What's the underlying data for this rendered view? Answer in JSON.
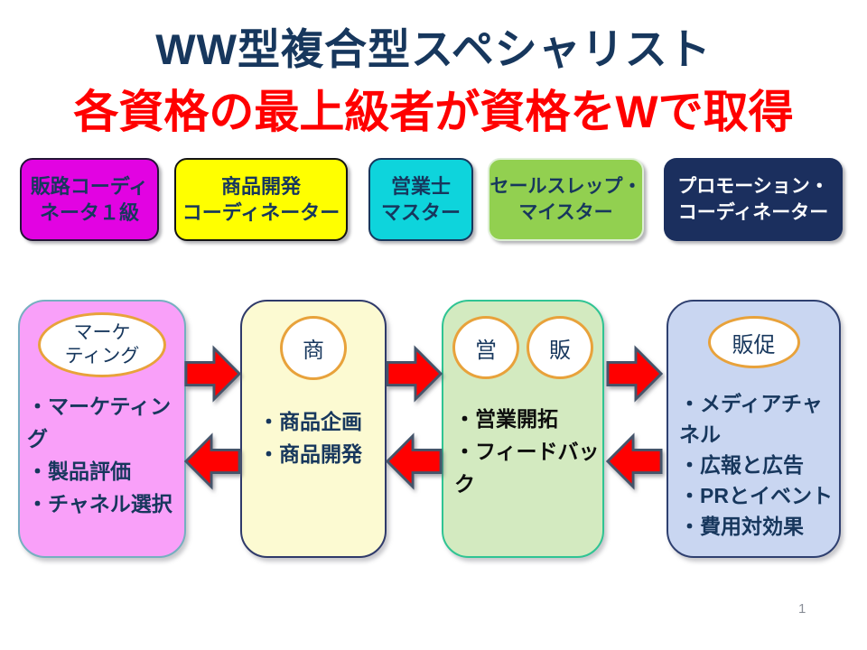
{
  "slide": {
    "title": "WW型複合型スペシャリスト",
    "subtitle": "各資格の最上級者が資格をWで取得",
    "page_number": "1"
  },
  "colors": {
    "title_navy": "#17375D",
    "subtitle_red": "#FF0000",
    "arrow_fill": "#FF0000",
    "arrow_outline": "#44546A",
    "badge_border_orange": "#E8A23B",
    "qual_magenta": "#E203E2",
    "qual_yellow": "#FFFF00",
    "qual_cyan": "#0ED4DC",
    "qual_green": "#92D050",
    "qual_navy": "#1B2F5E",
    "process_pink": "#F9A0F9",
    "process_yellow": "#FCFAD2",
    "process_green": "#D3EAC0",
    "process_blue": "#C9D6F1"
  },
  "icons": {
    "flow_right": "red-right-arrow-icon",
    "flow_left": "red-left-arrow-icon"
  },
  "qualification_boxes": [
    {
      "line1": "販路コーディ",
      "line2": "ネータ１級"
    },
    {
      "line1": "商品開発",
      "line2": "コーディネーター"
    },
    {
      "line1": "営業士",
      "line2": "マスター"
    },
    {
      "line1": "セールスレップ・",
      "line2": "マイスター"
    },
    {
      "line1": "プロモーション・",
      "line2": "コーディネーター"
    }
  ],
  "process_boxes": [
    {
      "badges": [
        {
          "line1": "マーケ",
          "line2": "ティング"
        }
      ],
      "bullets": [
        "・マーケティング",
        "・製品評価",
        "・チャネル選択"
      ]
    },
    {
      "badges": [
        {
          "line1": "商"
        }
      ],
      "bullets": [
        "・商品企画",
        "・商品開発"
      ]
    },
    {
      "badges": [
        {
          "line1": "営"
        },
        {
          "line1": "販"
        }
      ],
      "bullets": [
        "・営業開拓",
        "・フィードバック"
      ]
    },
    {
      "badges": [
        {
          "line1": "販促"
        }
      ],
      "bullets": [
        "・メディアチャネル",
        "・広報と広告",
        "・PRとイベント",
        "・費用対効果"
      ]
    }
  ]
}
